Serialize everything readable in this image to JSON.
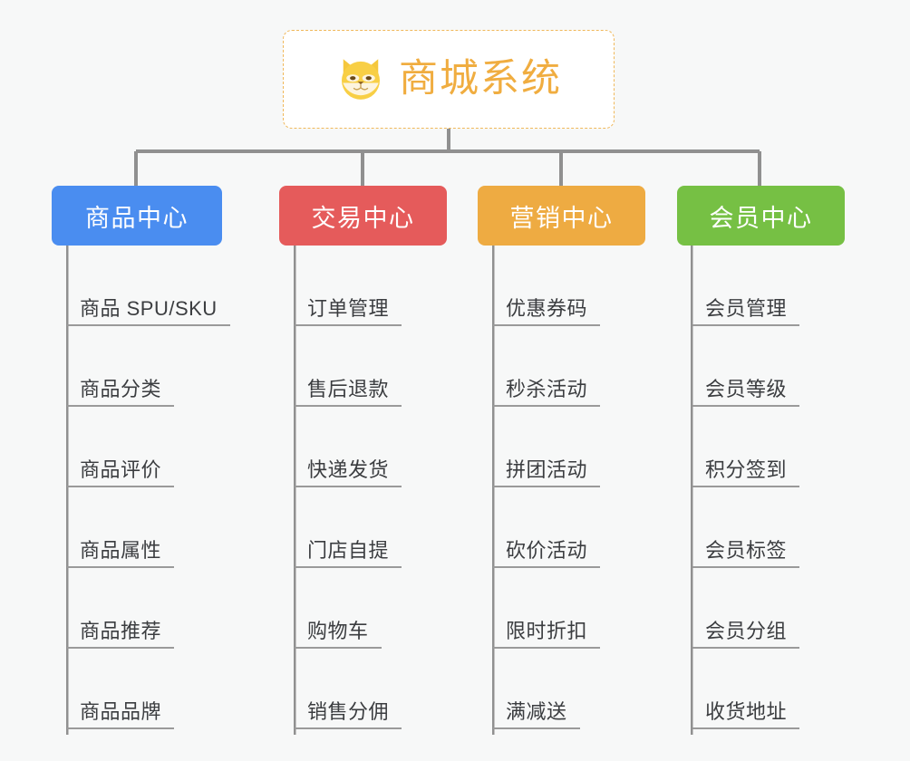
{
  "page": {
    "background_color": "#f7f8f8",
    "type": "mind-map"
  },
  "root": {
    "label": "商城系统",
    "icon": "dog-face-emoji",
    "text_color": "#f0ad40",
    "border_color": "#f0b85a",
    "background_color": "#ffffff"
  },
  "connector": {
    "color": "#909090"
  },
  "branches": [
    {
      "id": "product-center",
      "label": "商品中心",
      "color": "#4a8df0",
      "items": [
        "商品 SPU/SKU",
        "商品分类",
        "商品评价",
        "商品属性",
        "商品推荐",
        "商品品牌"
      ]
    },
    {
      "id": "trade-center",
      "label": "交易中心",
      "color": "#e55b5b",
      "items": [
        "订单管理",
        "售后退款",
        "快递发货",
        "门店自提",
        "购物车",
        "销售分佣"
      ]
    },
    {
      "id": "marketing-center",
      "label": "营销中心",
      "color": "#eeab42",
      "items": [
        "优惠券码",
        "秒杀活动",
        "拼团活动",
        "砍价活动",
        "限时折扣",
        "满减送"
      ]
    },
    {
      "id": "member-center",
      "label": "会员中心",
      "color": "#76c044",
      "items": [
        "会员管理",
        "会员等级",
        "积分签到",
        "会员标签",
        "会员分组",
        "收货地址"
      ]
    }
  ]
}
